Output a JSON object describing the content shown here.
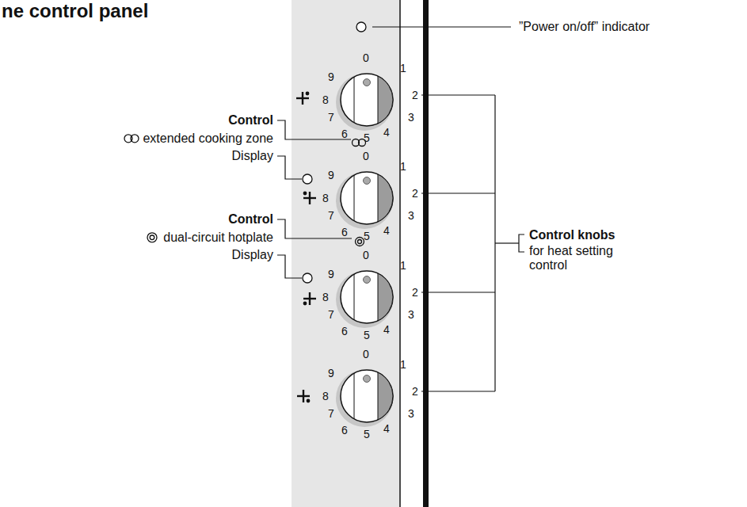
{
  "diagram": {
    "title": "ne control panel",
    "labels": [
      "”Power on/off” indicator",
      "Control",
      "extended cooking zone",
      "Display",
      "Control",
      "dual-circuit hotplate",
      "Display",
      "Control knobs",
      "for heat setting control",
      "0",
      "1",
      "2",
      "3",
      "4",
      "5",
      "6",
      "7",
      "8",
      "9",
      "0",
      "1",
      "2",
      "3",
      "4",
      "5",
      "6",
      "7",
      "8",
      "9",
      "0",
      "1",
      "2",
      "3",
      "4",
      "5",
      "6",
      "7",
      "8",
      "9",
      "0",
      "1",
      "2",
      "3",
      "4",
      "5",
      "6",
      "7",
      "8",
      "9"
    ]
  }
}
